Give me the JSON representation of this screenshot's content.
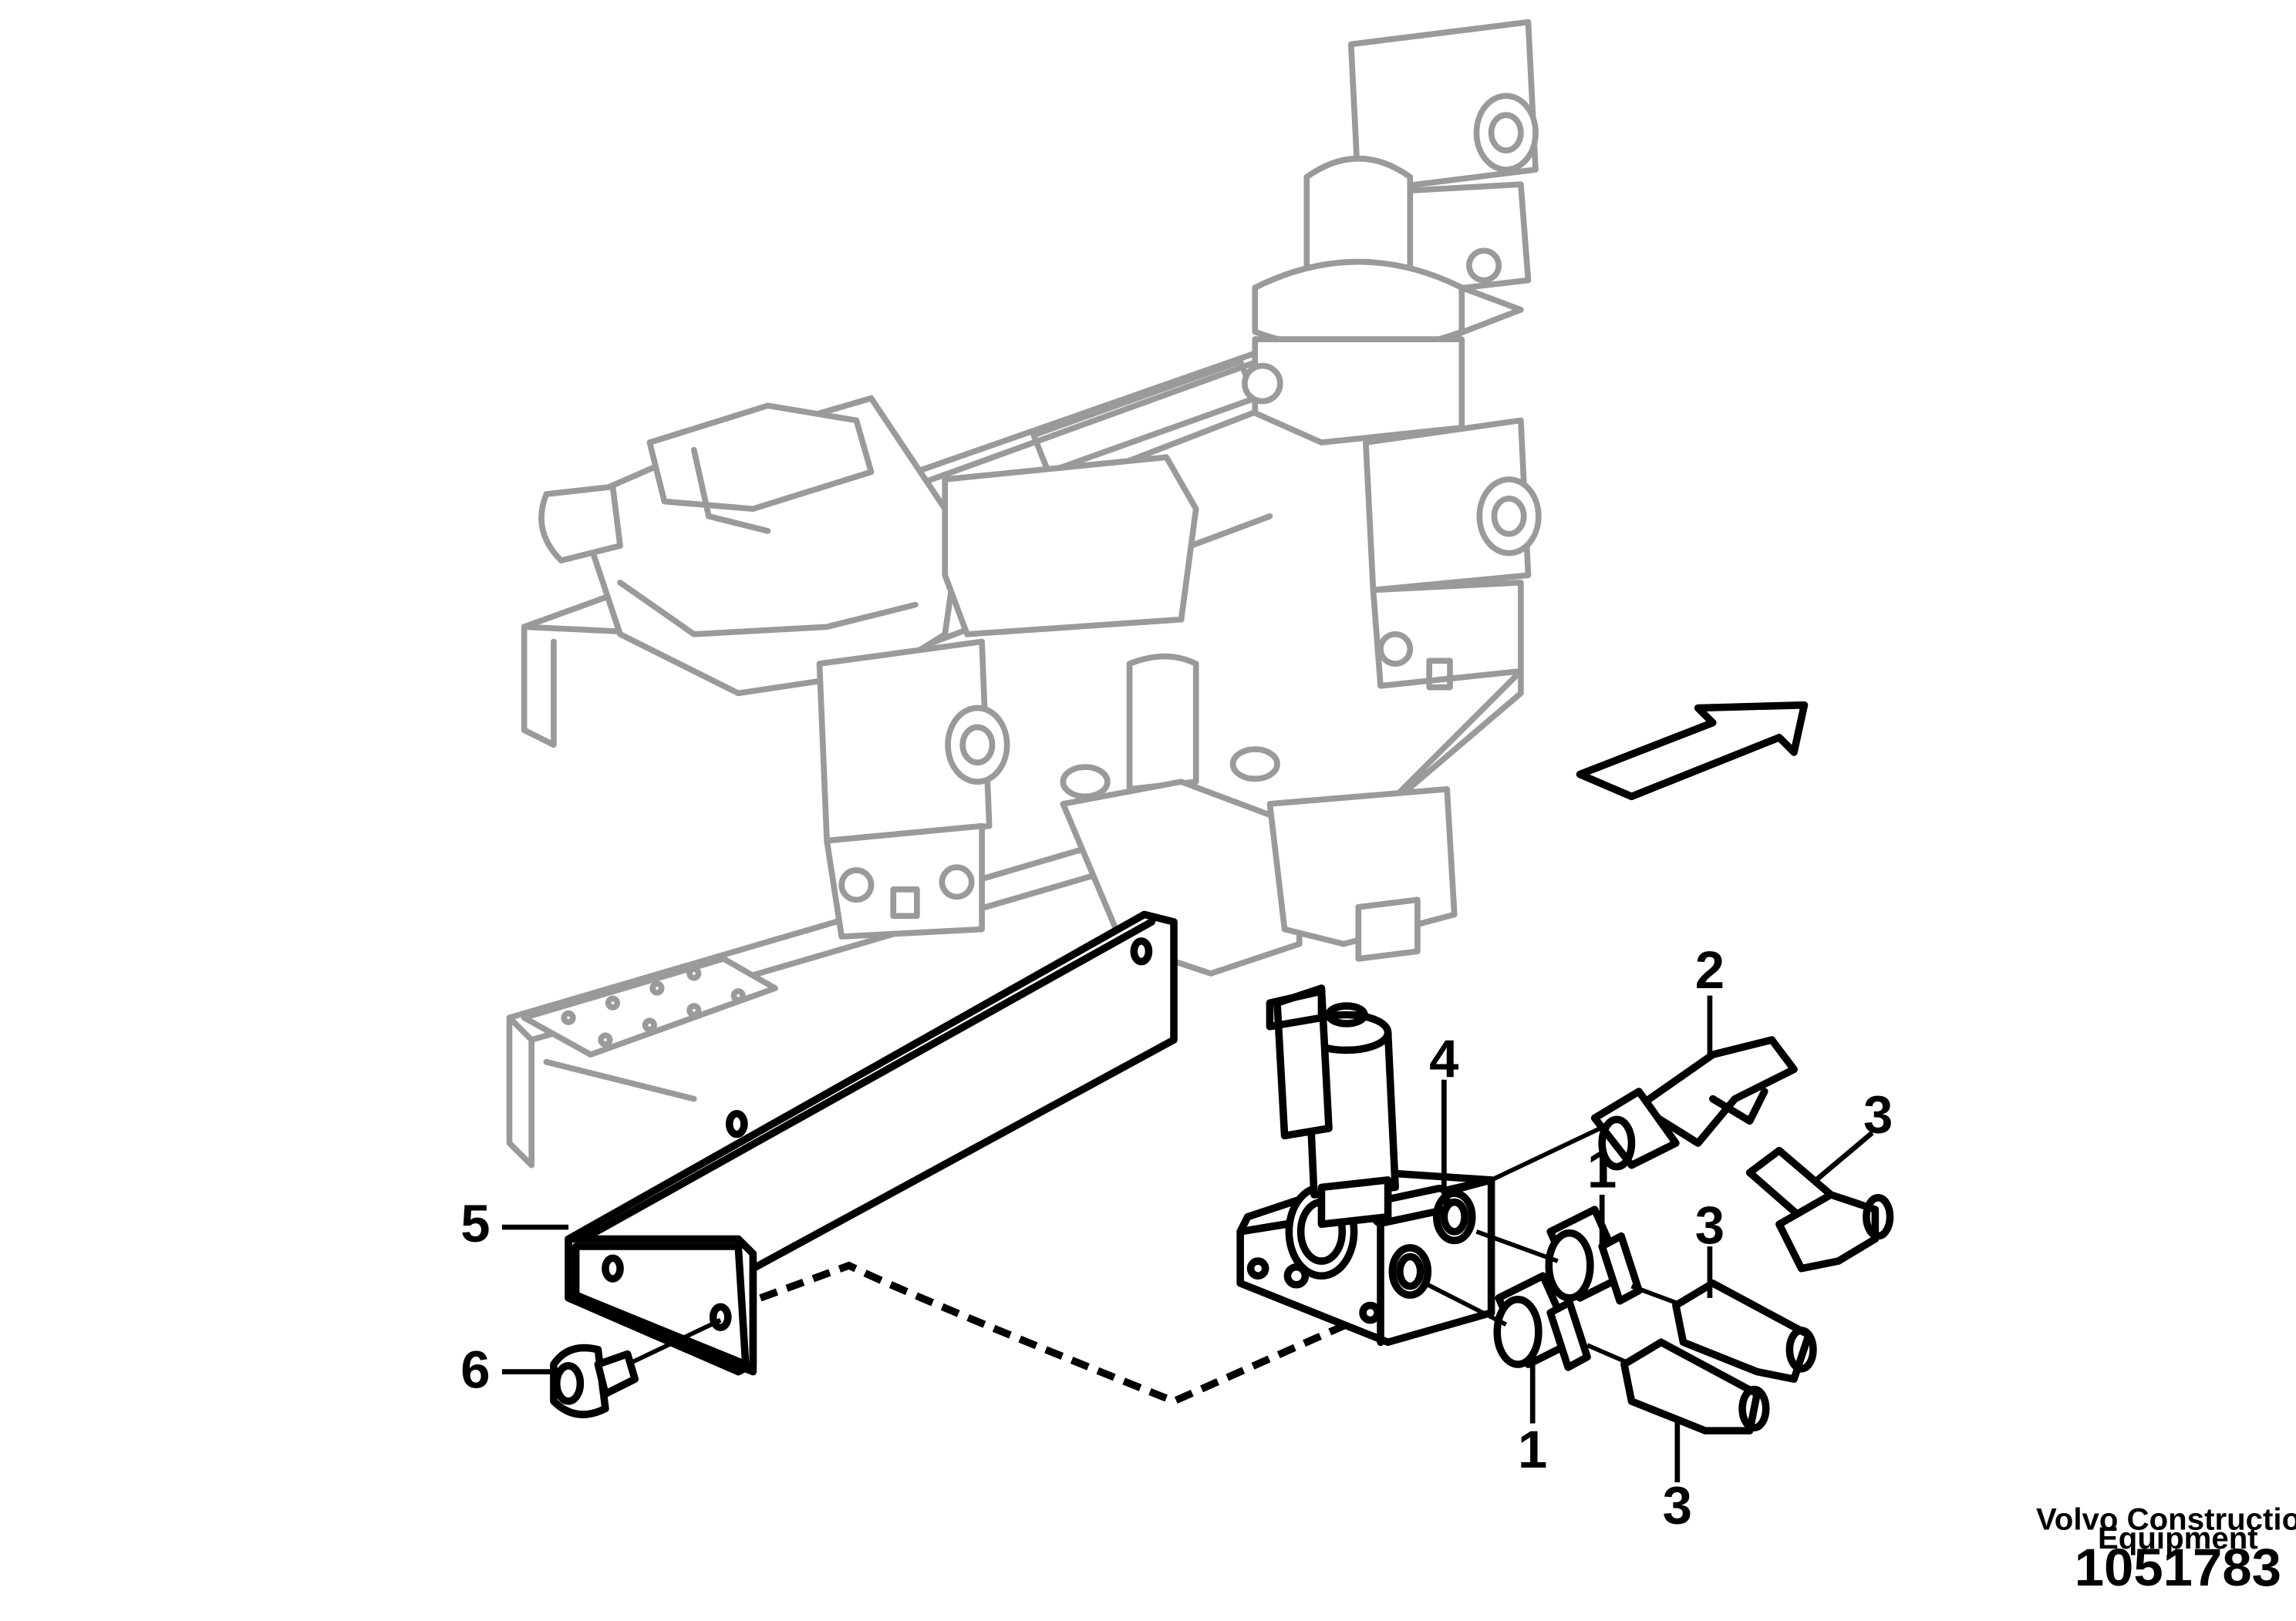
{
  "callouts": [
    {
      "number": "1"
    },
    {
      "number": "1"
    },
    {
      "number": "2"
    },
    {
      "number": "3"
    },
    {
      "number": "3"
    },
    {
      "number": "3"
    },
    {
      "number": "4"
    },
    {
      "number": "5"
    },
    {
      "number": "6"
    }
  ],
  "footer": {
    "brand_line1": "Volvo Construction",
    "brand_line2": "Equipment",
    "drawing_number": "1051783"
  },
  "colors": {
    "line": "#000000",
    "context_line": "#9a9a9a",
    "background": "#ffffff"
  }
}
